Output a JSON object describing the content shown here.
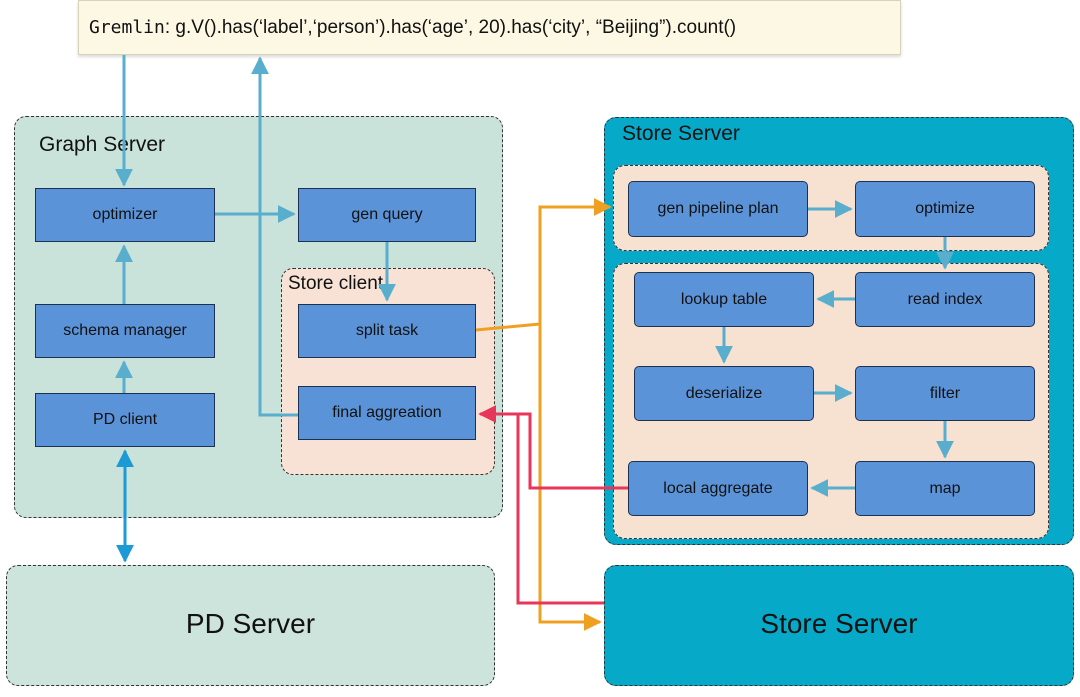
{
  "query": {
    "keyword": "Gremlin",
    "text": ": g.V().has(‘label’,‘person’).has(‘age’, 20).has(‘city’, “Beijing”).count()"
  },
  "graph_server": {
    "title": "Graph Server",
    "optimizer": "optimizer",
    "schema_manager": "schema manager",
    "pd_client": "PD client",
    "gen_query": "gen query",
    "store_client": {
      "title": "Store client",
      "split_task": "split task",
      "final_aggregation": "final aggreation"
    }
  },
  "store_server": {
    "title": "Store Server",
    "gen_pipeline_plan": "gen pipeline plan",
    "optimize": "optimize",
    "read_index": "read index",
    "lookup_table": "lookup table",
    "deserialize": "deserialize",
    "filter": "filter",
    "map": "map",
    "local_aggregate": "local aggregate"
  },
  "pd_server": {
    "title": "PD Server"
  },
  "store_server_bottom": {
    "title": "Store Server"
  },
  "colors": {
    "flow": "#5aaecd",
    "dispatch": "#f0a021",
    "result": "#e8365a",
    "pd_link": "#1b9ad6"
  }
}
